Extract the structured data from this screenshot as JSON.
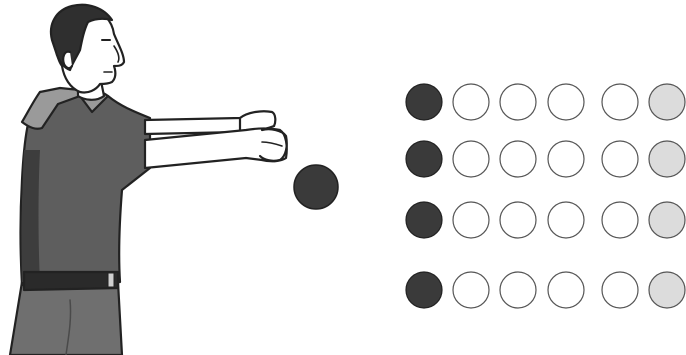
{
  "illustration": {
    "figure": "person-with-extended-arms",
    "ball_color": "#3a3a3a",
    "grid": {
      "rows": 4,
      "columns": 6,
      "column_fills": [
        "dark",
        "white",
        "white",
        "white",
        "white",
        "light-gray"
      ],
      "colors": {
        "dark": "#3a3a3a",
        "white": "#ffffff",
        "light-gray": "#dcdcdc",
        "outline": "#555555"
      }
    },
    "colors": {
      "shirt": "#5e5e5e",
      "shirt_dark": "#3d3d3d",
      "hair": "#2f2f2f",
      "pants": "#6f6f6f",
      "belt": "#2a2a2a",
      "outline": "#222222",
      "skin": "#ffffff"
    }
  }
}
